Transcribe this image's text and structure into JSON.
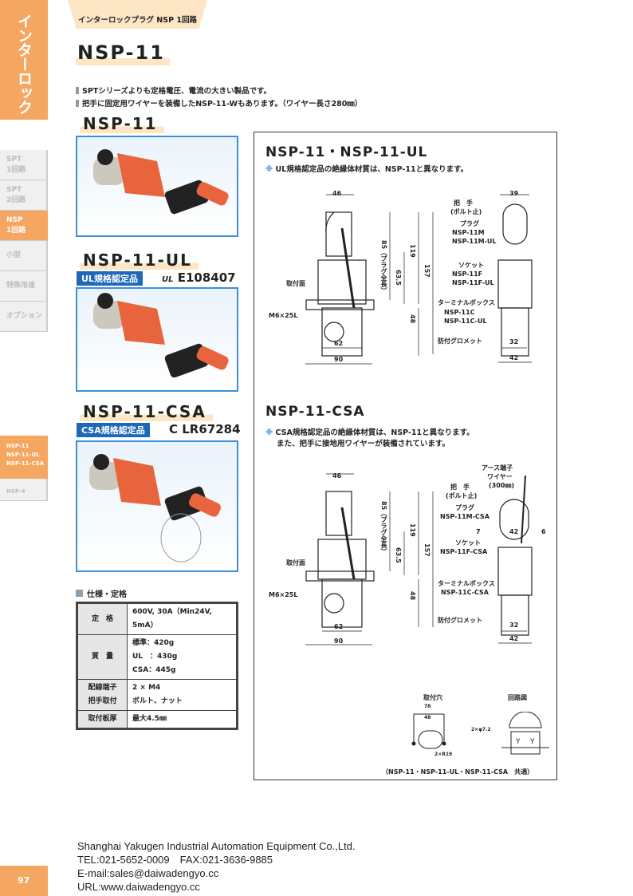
{
  "sidebar": {
    "category": "インターロックプラグ",
    "items": [
      {
        "label": "SPT\n1回路"
      },
      {
        "label": "SPT\n2回路"
      },
      {
        "label": "NSP\n1回路"
      },
      {
        "label": "小型"
      },
      {
        "label": "特殊用途"
      },
      {
        "label": "オプション"
      }
    ],
    "sub_items": [
      "NSP-11",
      "NSP-11-UL",
      "NSP-11-CSA"
    ],
    "sub_item_other": "NSP-4",
    "page_number": "97"
  },
  "header": {
    "breadcrumb": "インターロックプラグ NSP 1回路",
    "title": "NSP-11",
    "bullets": [
      "SPTシリーズよりも定格電圧、電流の大きい製品です。",
      "把手に固定用ワイヤーを装備したNSP-11-Wもあります。（ワイヤー長さ280㎜）"
    ]
  },
  "products": [
    {
      "name": "NSP-11"
    },
    {
      "name": "NSP-11-UL",
      "badge": "UL規格認定品",
      "cert_mark": "UL",
      "cert": "E108407"
    },
    {
      "name": "NSP-11-CSA",
      "badge": "CSA規格認定品",
      "cert_mark": "C",
      "cert": "LR67284"
    }
  ],
  "specs": {
    "heading": "仕様・定格",
    "rows": [
      {
        "label": "定　格",
        "values": [
          "600V, 30A（Min24V, 5mA）"
        ]
      },
      {
        "label": "質　量",
        "values": [
          "標準：420g",
          "UL　：430g",
          "CSA：445g"
        ]
      },
      {
        "label": "配線端子",
        "values": [
          "2 × M4"
        ]
      },
      {
        "label": "把手取付",
        "values": [
          "ボルト、ナット"
        ]
      },
      {
        "label": "取付板厚",
        "values": [
          "最大4.5㎜"
        ]
      }
    ]
  },
  "drawing1": {
    "title": "NSP-11・NSP-11-UL",
    "note": "UL規格認定品の絶縁体材質は、NSP-11と異なります。",
    "dims": {
      "w46": "46",
      "w62": "62",
      "w90": "90",
      "h85": "85（プラグ全長）",
      "h63": "63.5",
      "h119": "119",
      "h157": "157",
      "h48": "48",
      "w39": "39",
      "w32": "32",
      "w42": "42"
    },
    "labels": {
      "mount": "取付面",
      "bolt": "M6×25L",
      "handle": "把　手",
      "handle_sub": "(ボルト止)",
      "plug": "プラグ",
      "plug_models": [
        "NSP-11M",
        "NSP-11M-UL"
      ],
      "socket": "ソケット",
      "socket_models": [
        "NSP-11F",
        "NSP-11F-UL"
      ],
      "tbox": "ターミナルボックス",
      "tbox_models": [
        "NSP-11C",
        "NSP-11C-UL"
      ],
      "grommet": "防付グロメット"
    }
  },
  "drawing2": {
    "title": "NSP-11-CSA",
    "note": [
      "CSA規格認定品の絶縁体材質は、NSP-11と異なります。",
      "また、把手に接地用ワイヤーが装備されています。"
    ],
    "dims": {
      "w46": "46",
      "w62": "62",
      "w90": "90",
      "h85": "85（プラグ全長）",
      "h63": "63.5",
      "h119": "119",
      "h157": "157",
      "h48": "48",
      "w42top": "42",
      "w7": "7",
      "w6": "6",
      "w32": "32",
      "w42": "42"
    },
    "labels": {
      "mount": "取付面",
      "bolt": "M6×25L",
      "earth": "アース端子",
      "wire": "ワイヤー",
      "wire_len": "(300㎜)",
      "handle": "把　手",
      "handle_sub": "(ボルト止)",
      "plug": "プラグ",
      "plug_model": "NSP-11M-CSA",
      "socket": "ソケット",
      "socket_model": "NSP-11F-CSA",
      "tbox": "ターミナルボックス",
      "tbox_model": "NSP-11C-CSA",
      "grommet": "防付グロメット"
    }
  },
  "mounting": {
    "hole_title": "取付穴",
    "circuit_title": "回路図",
    "d78": "78",
    "d48": "48",
    "hole": "2×φ7.2",
    "r": "2×R19",
    "common": "（NSP-11・NSP-11-UL・NSP-11-CSA　共通）"
  },
  "footer": {
    "company": "Shanghai Yakugen Industrial Automation Equipment Co.,Ltd.",
    "tel": "TEL:021-5652-0009　FAX:021-3636-9885",
    "email": "E-mail:sales@daiwadengyo.cc",
    "url": "URL:www.daiwadengyo.cc"
  }
}
